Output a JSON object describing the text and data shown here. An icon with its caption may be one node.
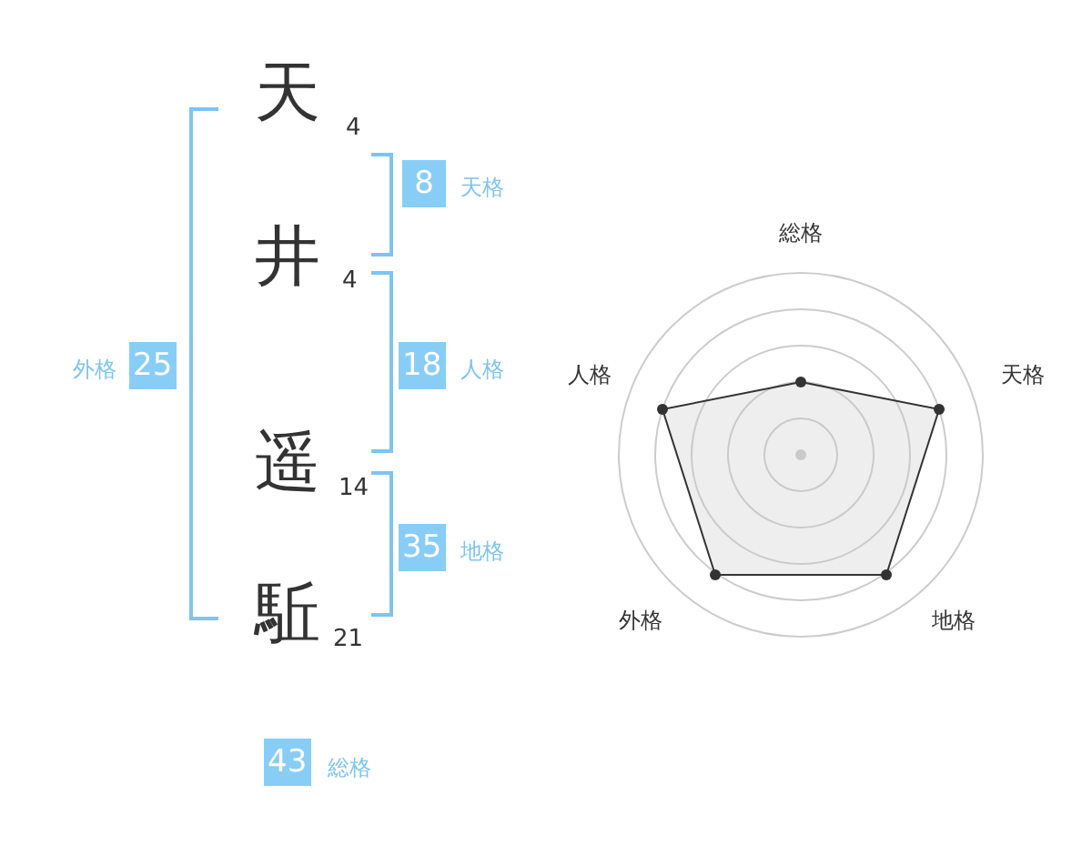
{
  "diagram": {
    "nodes": [
      {
        "text": [
          "8"
        ],
        "beside": [
          "天格"
        ]
      },
      {
        "text": [
          "25"
        ],
        "beside": [
          "外格"
        ]
      },
      {
        "text": [
          "18"
        ],
        "beside": [
          "人格"
        ]
      },
      {
        "text": [
          "35"
        ],
        "beside": [
          "地格"
        ]
      },
      {
        "text": [
          "43"
        ],
        "beside": [
          "総格"
        ]
      }
    ],
    "labels": [
      "天",
      "4",
      "井",
      "4",
      "遥",
      "14",
      "駈",
      "21",
      "総格",
      "人格",
      "天格",
      "外格",
      "地格"
    ]
  }
}
